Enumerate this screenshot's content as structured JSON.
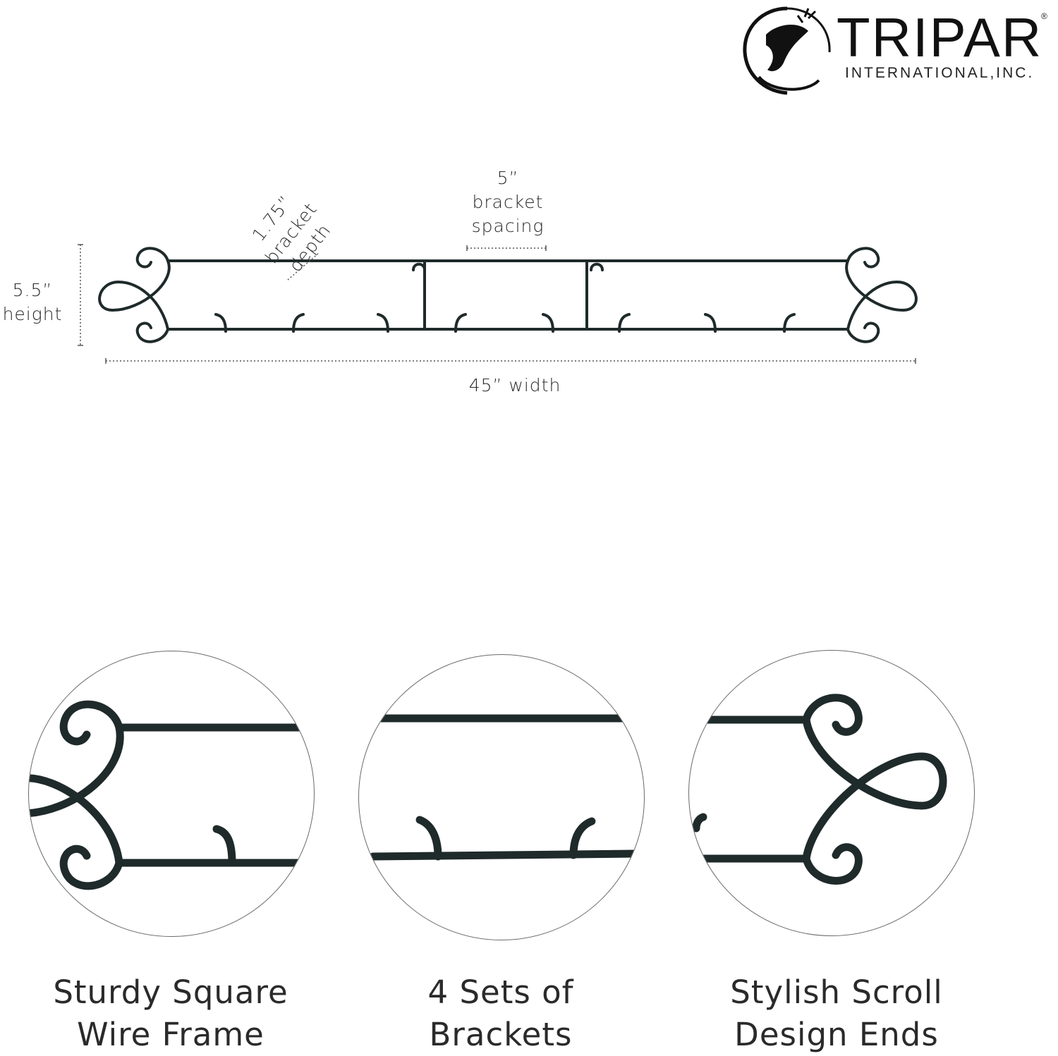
{
  "brand": {
    "name": "TRIPAR",
    "registered_mark": "®",
    "subtitle": "INTERNATIONAL,INC."
  },
  "dimensions": {
    "height": {
      "value": "5.5”",
      "label": "height"
    },
    "depth": {
      "value": "1.75”",
      "label1": "bracket",
      "label2": "depth"
    },
    "spacing": {
      "value": "5”",
      "label1": "bracket",
      "label2": "spacing"
    },
    "width": {
      "text": "45” width"
    }
  },
  "features": [
    {
      "line1": "Sturdy Square",
      "line2": "Wire Frame"
    },
    {
      "line1": "4 Sets of",
      "line2": "Brackets"
    },
    {
      "line1": "Stylish Scroll",
      "line2": "Design Ends"
    }
  ],
  "colors": {
    "wire": "#1f2a2a",
    "text": "#2a2a2a",
    "background": "#ffffff"
  }
}
